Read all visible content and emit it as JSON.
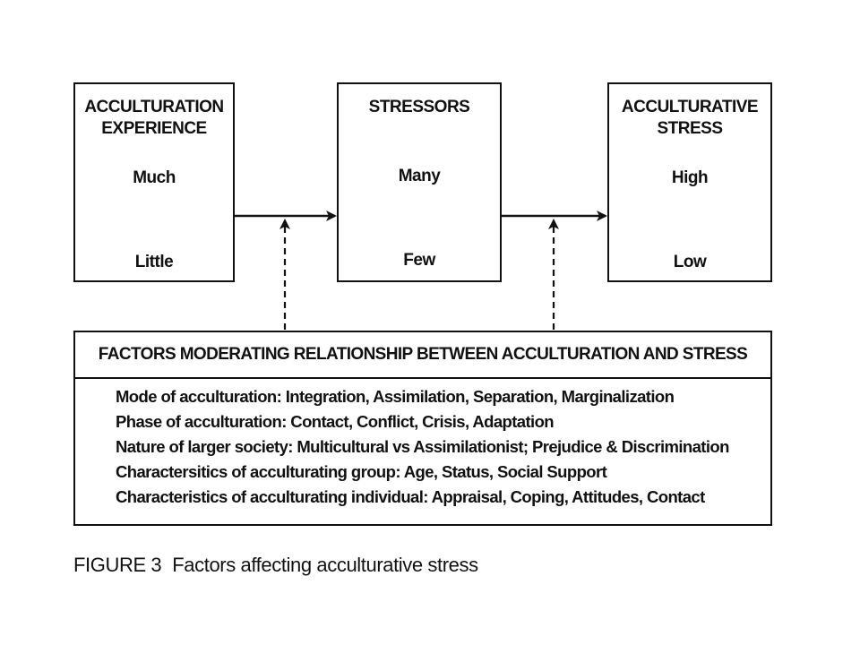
{
  "boxes": [
    {
      "title": "ACCULTURATION\nEXPERIENCE",
      "high": "Much",
      "low": "Little"
    },
    {
      "title": "STRESSORS",
      "high": "Many",
      "low": "Few"
    },
    {
      "title": "ACCULTURATIVE\nSTRESS",
      "high": "High",
      "low": "Low"
    }
  ],
  "factors": {
    "header": "FACTORS MODERATING RELATIONSHIP BETWEEN ACCULTURATION AND STRESS",
    "items": [
      "Mode of acculturation: Integration, Assimilation, Separation, Marginalization",
      "Phase of acculturation: Contact, Conflict, Crisis, Adaptation",
      "Nature of larger society: Multicultural vs Assimilationist; Prejudice & Discrimination",
      "Charactersitics of acculturating group: Age, Status, Social Support",
      "Characteristics of acculturating individual: Appraisal, Coping, Attitudes, Contact"
    ]
  },
  "caption": {
    "figure_number": "FIGURE 3",
    "text": "Factors affecting acculturative stress"
  }
}
